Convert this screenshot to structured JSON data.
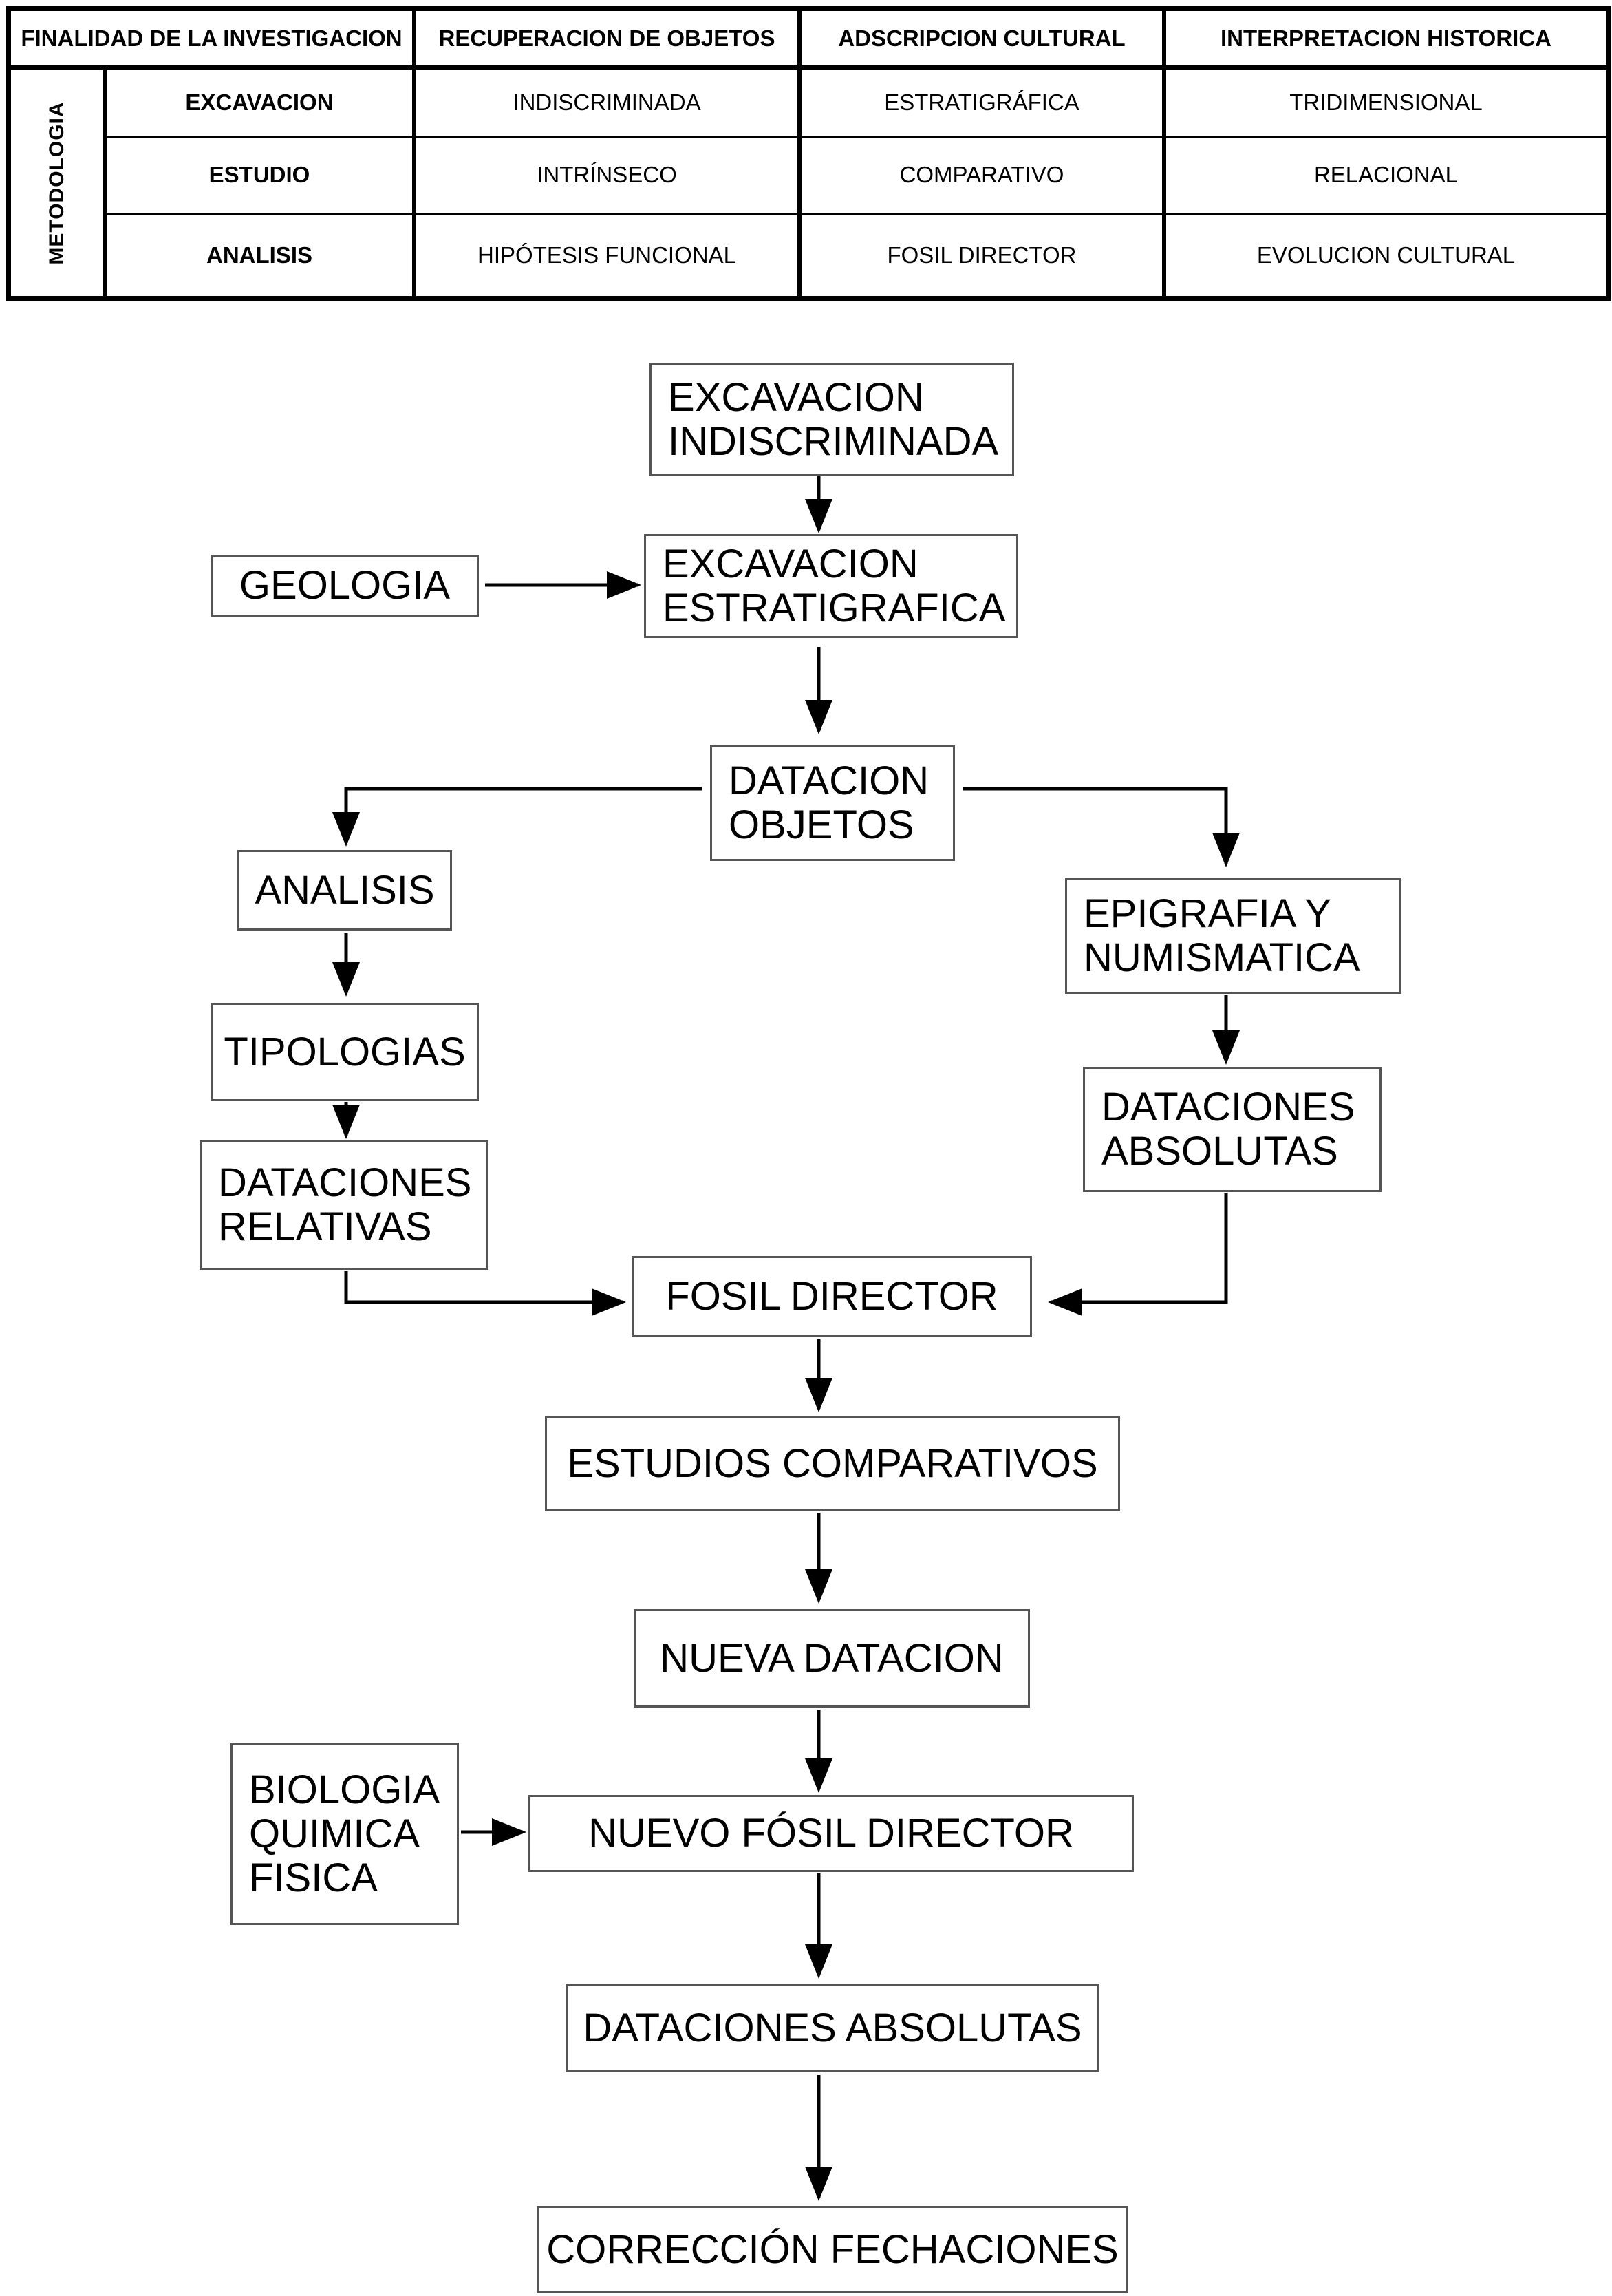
{
  "table": {
    "corner_header": "FINALIDAD DE LA INVESTIGACION",
    "column_headers": [
      "RECUPERACION DE OBJETOS",
      "ADSCRIPCION CULTURAL",
      "INTERPRETACION HISTORICA"
    ],
    "side_label": "METODOLOGIA",
    "rows": [
      {
        "label": "EXCAVACION",
        "cells": [
          "INDISCRIMINADA",
          "ESTRATIGRÁFICA",
          "TRIDIMENSIONAL"
        ]
      },
      {
        "label": "ESTUDIO",
        "cells": [
          "INTRÍNSECO",
          "COMPARATIVO",
          "RELACIONAL"
        ]
      },
      {
        "label": "ANALISIS",
        "cells": [
          "HIPÓTESIS FUNCIONAL",
          "FOSIL DIRECTOR",
          "EVOLUCION CULTURAL"
        ]
      }
    ]
  },
  "flowchart": {
    "nodes": {
      "excavacion_indiscriminada": "EXCAVACION\nINDISCRIMINADA",
      "geologia": "GEOLOGIA",
      "excavacion_estratigrafica": "EXCAVACION\nESTRATIGRAFICA",
      "datacion_objetos": "DATACION\nOBJETOS",
      "analisis": "ANALISIS",
      "epigrafia_numismatica": "EPIGRAFIA Y\nNUMISMATICA",
      "tipologias": "TIPOLOGIAS",
      "dataciones_absolutas_1": "DATACIONES\nABSOLUTAS",
      "dataciones_relativas": "DATACIONES\nRELATIVAS",
      "fosil_director": "FOSIL DIRECTOR",
      "estudios_comparativos": "ESTUDIOS COMPARATIVOS",
      "nueva_datacion": "NUEVA DATACION",
      "biologia_quimica_fisica": "BIOLOGIA\nQUIMICA\nFISICA",
      "nuevo_fosil_director": "NUEVO FÓSIL DIRECTOR",
      "dataciones_absolutas_2": "DATACIONES ABSOLUTAS",
      "correccion_fechaciones": "CORRECCIÓN FECHACIONES"
    },
    "edges": [
      [
        "excavacion_indiscriminada",
        "excavacion_estratigrafica"
      ],
      [
        "geologia",
        "excavacion_estratigrafica"
      ],
      [
        "excavacion_estratigrafica",
        "datacion_objetos"
      ],
      [
        "datacion_objetos",
        "analisis"
      ],
      [
        "datacion_objetos",
        "epigrafia_numismatica"
      ],
      [
        "analisis",
        "tipologias"
      ],
      [
        "tipologias",
        "dataciones_relativas"
      ],
      [
        "epigrafia_numismatica",
        "dataciones_absolutas_1"
      ],
      [
        "dataciones_relativas",
        "fosil_director"
      ],
      [
        "dataciones_absolutas_1",
        "fosil_director"
      ],
      [
        "fosil_director",
        "estudios_comparativos"
      ],
      [
        "estudios_comparativos",
        "nueva_datacion"
      ],
      [
        "nueva_datacion",
        "nuevo_fosil_director"
      ],
      [
        "biologia_quimica_fisica",
        "nuevo_fosil_director"
      ],
      [
        "nuevo_fosil_director",
        "dataciones_absolutas_2"
      ],
      [
        "dataciones_absolutas_2",
        "correccion_fechaciones"
      ]
    ]
  }
}
